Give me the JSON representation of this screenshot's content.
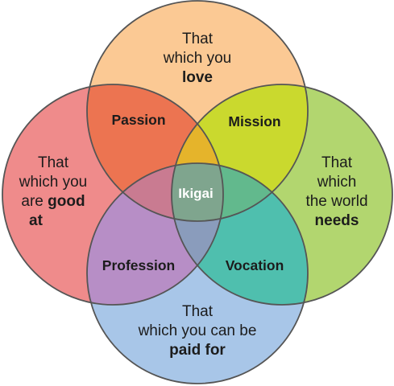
{
  "circles": {
    "love": {
      "lines": [
        "That",
        "which you"
      ],
      "bold": "love",
      "fill": "#fbc994"
    },
    "good_at": {
      "lines": [
        "That",
        "which you"
      ],
      "prefix": "are ",
      "bold_inline": "good",
      "bold": "at",
      "fill": "#ef8b8b"
    },
    "world_needs": {
      "lines": [
        "That",
        "which",
        "the world"
      ],
      "bold": "needs",
      "fill": "#b2d66f"
    },
    "paid_for": {
      "lines": [
        "That",
        "which you can be"
      ],
      "bold": "paid for",
      "fill": "#a8c6e8"
    }
  },
  "overlaps": {
    "passion": "Passion",
    "mission": "Mission",
    "profession": "Profession",
    "vocation": "Vocation",
    "center": "Ikigai"
  },
  "colors": {
    "passion": "#ec7451",
    "mission": "#cad92e",
    "profession": "#b78ec6",
    "vocation": "#4fbfae",
    "top_center": "#e5b42b",
    "left_center": "#c97b91",
    "right_center": "#62b98d",
    "bottom_center": "#8a9cbc",
    "center": "#7fa58e",
    "outline": "#555555"
  }
}
